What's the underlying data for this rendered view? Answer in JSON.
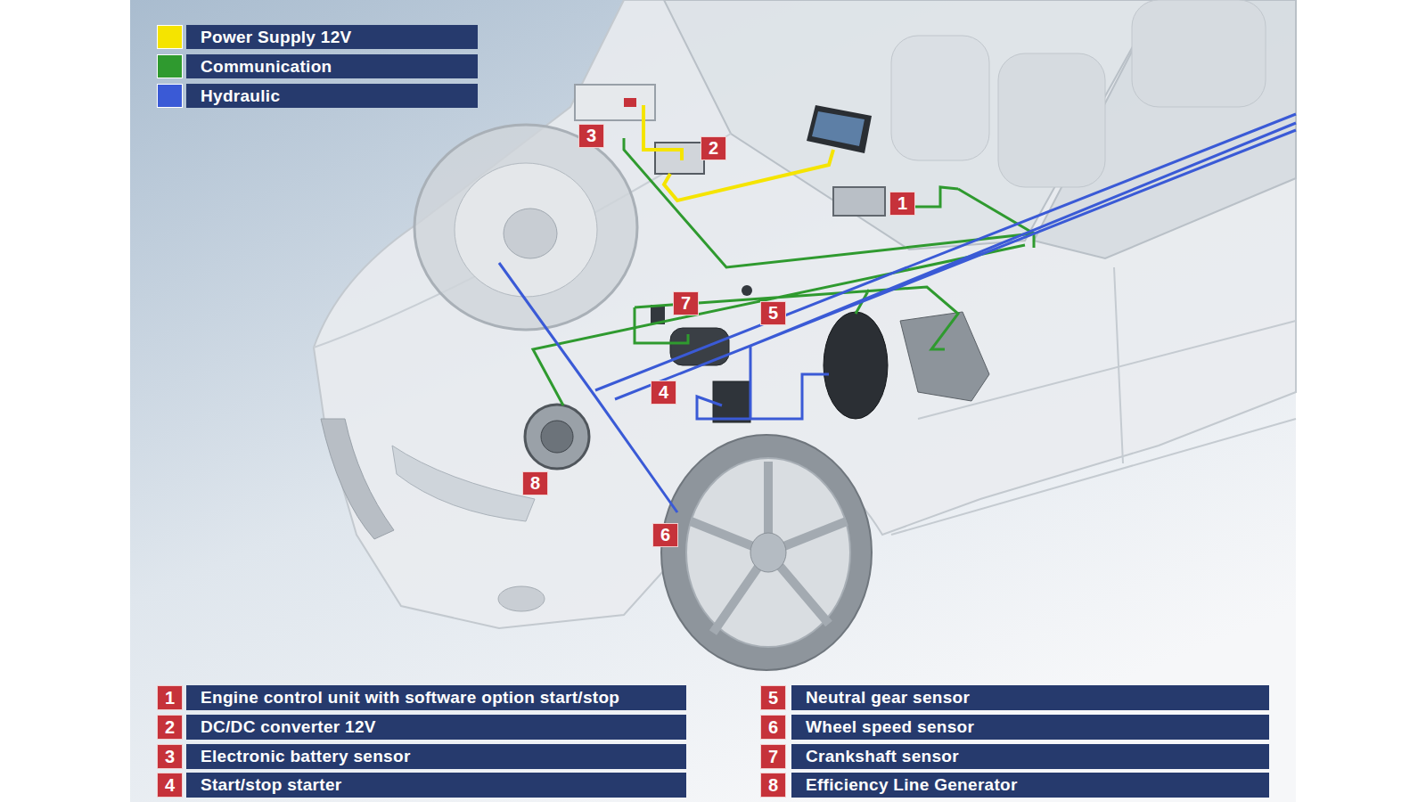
{
  "diagram": {
    "labels": [
      "3",
      "2",
      "1",
      "7",
      "5",
      "4",
      "8",
      "6",
      "1",
      "Engine control unit with software option start/stop",
      "5",
      "Neutral gear sensor",
      "2",
      "DC/DC converter 12V",
      "6",
      "Wheel speed sensor",
      "3",
      "Electronic battery sensor",
      "7",
      "Crankshaft sensor",
      "4",
      "Start/stop starter",
      "8",
      "Efficiency Line Generator"
    ],
    "legend": [
      {
        "text": "Power Supply 12V",
        "color": "#f5e400"
      },
      {
        "text": "Communication",
        "color": "#2f9a2f"
      },
      {
        "text": "Hydraulic",
        "color": "#3a5ad6"
      }
    ]
  }
}
